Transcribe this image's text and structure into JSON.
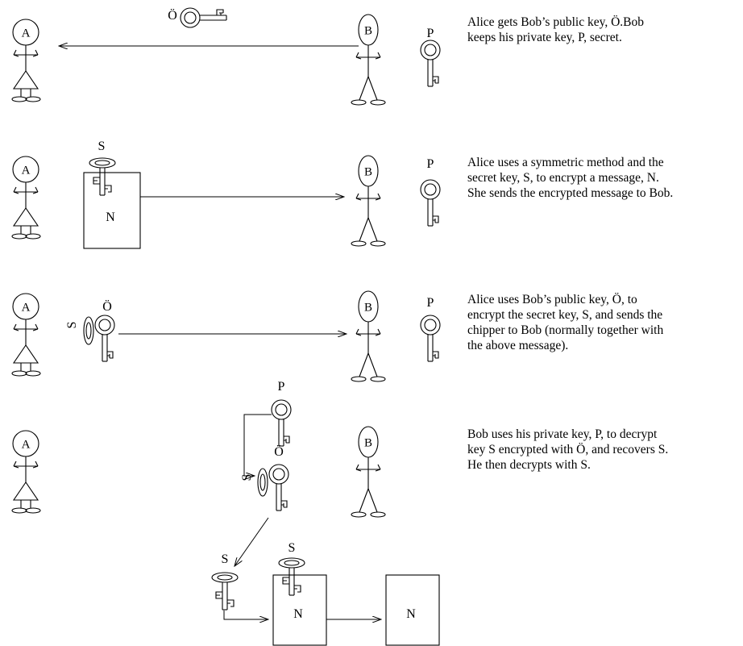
{
  "actors": {
    "alice": "A",
    "bob": "B"
  },
  "keys": {
    "public": "Ö",
    "private": "P",
    "secret": "S"
  },
  "message": "N",
  "steps": [
    {
      "lines": [
        "Alice gets Bob’s public key, Ö.Bob",
        "keeps his private key, P, secret."
      ]
    },
    {
      "lines": [
        "Alice uses a symmetric method and the",
        "secret key, S, to encrypt a message, N.",
        "She sends the encrypted message to Bob."
      ]
    },
    {
      "lines": [
        "Alice uses Bob’s public key, Ö, to",
        "encrypt the secret key, S, and sends the",
        "chipper to Bob (normally together with",
        "the above message)."
      ]
    },
    {
      "lines": [
        "Bob uses his private key, P, to decrypt",
        "key S encrypted with Ö, and recovers S.",
        "He then decrypts with S."
      ]
    }
  ]
}
